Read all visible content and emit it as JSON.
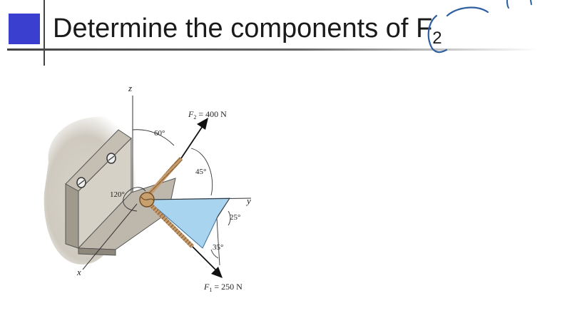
{
  "slide": {
    "title_text": "Determine the components of",
    "title_symbol": "F",
    "title_subscript": "2"
  },
  "figure": {
    "axis_z": "z",
    "axis_x": "x",
    "axis_y": "y",
    "f2_symbol": "F",
    "f2_subscript": "2",
    "f2_value": " = 400 N",
    "f1_symbol": "F",
    "f1_subscript": "1",
    "f1_value": " = 250 N",
    "angle_60": "60°",
    "angle_45": "45°",
    "angle_120": "120°",
    "angle_25": "25°",
    "angle_35": "35°"
  },
  "colors": {
    "accent": "#3a3fd0",
    "ink": "#2f5fa0",
    "plane_fill": "#a9d4ef"
  }
}
